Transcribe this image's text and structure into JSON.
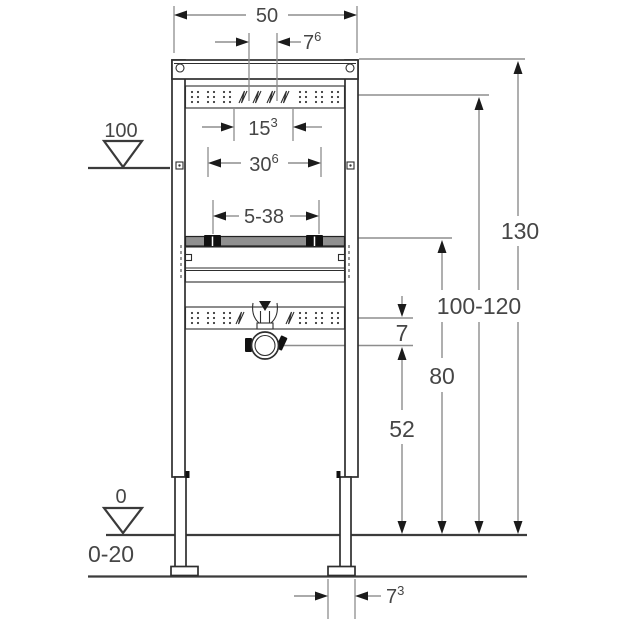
{
  "drawing": {
    "kind": "technical-installation-diagram",
    "subject": "washbasin installation frame, front view with dimensions (cm)",
    "colors": {
      "outline": "#2e2e2e",
      "dimension_line": "#8d8d8d",
      "arrow": "#1b1b1b",
      "text": "#464646",
      "rail_fill": "#909090",
      "background": "#ffffff"
    },
    "dimensions": {
      "frame_width": {
        "label": "50"
      },
      "tap_spacing": {
        "label": "7",
        "sup": "6"
      },
      "slot_spacing": {
        "label": "15",
        "sup": "3"
      },
      "plate_width": {
        "label": "30",
        "sup": "6"
      },
      "rail_range": {
        "label": "5-38"
      },
      "frame_height": {
        "label": "130"
      },
      "tap_plate_height": {
        "label": "100-120"
      },
      "rail_height": {
        "label": "80"
      },
      "plate_to_trap": {
        "label": "7"
      },
      "trap_height": {
        "label": "52"
      },
      "level_meter": {
        "label": "100"
      },
      "level_floor": {
        "label": "0"
      },
      "floor_buildup": {
        "label": "0-20"
      },
      "foot_width": {
        "label": "7",
        "sup": "3"
      }
    }
  }
}
